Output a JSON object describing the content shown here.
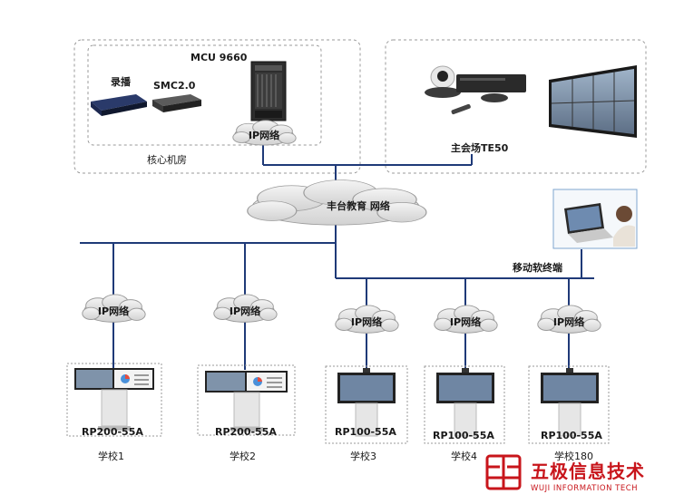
{
  "core_room": {
    "label": "核心机房",
    "devices": {
      "recorder": "录播",
      "smc": "SMC2.0",
      "mcu": "MCU 9660"
    },
    "cloud": "IP网络"
  },
  "main_venue": {
    "label": "主会场TE50"
  },
  "backbone_cloud": "丰台教育 网络",
  "mobile_terminal": {
    "label": "移动软终端"
  },
  "schools": [
    {
      "cloud": "IP网络",
      "model": "RP200-55A",
      "name": "学校1"
    },
    {
      "cloud": "IP网络",
      "model": "RP200-55A",
      "name": "学校2"
    },
    {
      "cloud": "IP网络",
      "model": "RP100-55A",
      "name": "学校3"
    },
    {
      "cloud": "IP网络",
      "model": "RP100-55A",
      "name": "学校4"
    },
    {
      "cloud": "IP网络",
      "model": "RP100-55A",
      "name": "学校180"
    }
  ],
  "watermark": {
    "title": "五极信息技术",
    "subtitle": "WUJI INFORMATION TECH"
  },
  "colors": {
    "line": "#1f3a78",
    "cloud_fill": "#e4e4e4",
    "cloud_stroke": "#9a9a9a",
    "brand": "#c8151b"
  }
}
